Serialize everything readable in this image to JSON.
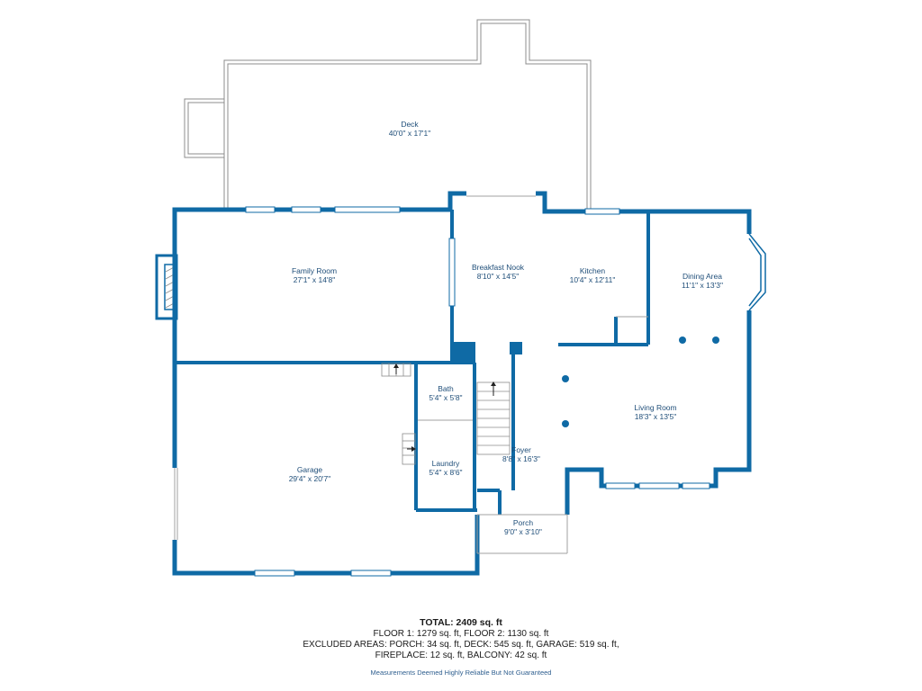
{
  "plan": {
    "rooms": [
      {
        "name": "Deck",
        "dims": "40'0\" x 17'1\""
      },
      {
        "name": "Family Room",
        "dims": "27'1\" x 14'8\""
      },
      {
        "name": "Breakfast Nook",
        "dims": "8'10\" x 14'5\""
      },
      {
        "name": "Kitchen",
        "dims": "10'4\" x 12'11\""
      },
      {
        "name": "Dining Area",
        "dims": "11'1\" x 13'3\""
      },
      {
        "name": "Bath",
        "dims": "5'4\" x 5'8\""
      },
      {
        "name": "Living Room",
        "dims": "18'3\" x 13'5\""
      },
      {
        "name": "Foyer",
        "dims": "8'8\" x 16'3\""
      },
      {
        "name": "Laundry",
        "dims": "5'4\" x 8'6\""
      },
      {
        "name": "Garage",
        "dims": "29'4\" x 20'7\""
      },
      {
        "name": "Porch",
        "dims": "9'0\" x 3'10\""
      }
    ],
    "colors": {
      "wall": "#0f6aa5",
      "thin_wall": "#999999",
      "label": "#1f4e79",
      "window": "#cfe3f3"
    }
  },
  "summary": {
    "total": "TOTAL: 2409 sq. ft",
    "floors": "FLOOR 1: 1279 sq. ft, FLOOR 2: 1130 sq. ft",
    "excluded": "EXCLUDED AREAS: PORCH: 34 sq. ft, DECK: 545 sq. ft, GARAGE: 519 sq. ft,",
    "excluded_cont": "FIREPLACE: 12 sq. ft, BALCONY: 42 sq. ft",
    "disclaimer": "Measurements Deemed Highly Reliable But Not Guaranteed"
  }
}
